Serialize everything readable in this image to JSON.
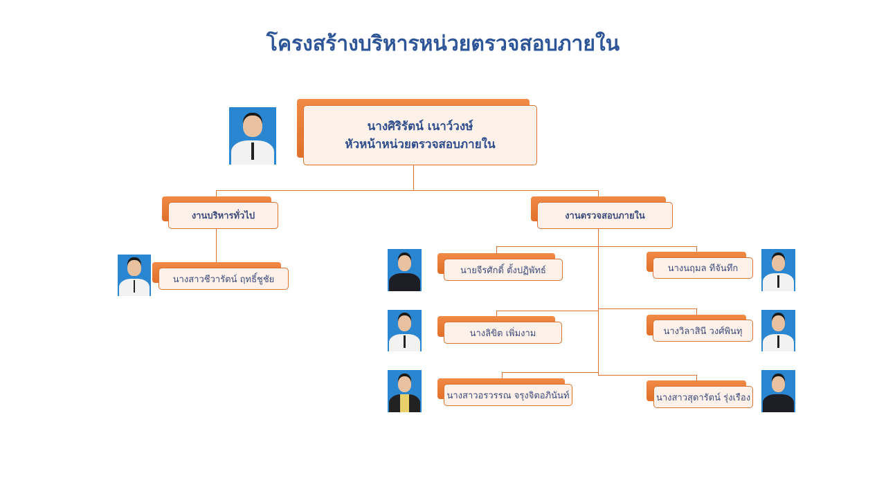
{
  "title": "โครงสร้างบริหารหน่วยตรวจสอบภายใน",
  "head": {
    "name": "นางศิริรัตน์  เนาว์วงษ์",
    "position": "หัวหน้าหน่วยตรวจสอบภายใน"
  },
  "departments": [
    {
      "name": "งานบริหารทั่วไป",
      "members": [
        "นางสาวชีวารัตน์  ฤทธิ์ชูชัย"
      ]
    },
    {
      "name": "งานตรวจสอบภายใน",
      "members": [
        "นายจีรศักดิ์  ตั้งปฏิพัทธ์",
        "นางลิขิต  เพิ่มงาม",
        "นางสาวอรวรรณ  จรุงจิตอภินันท์",
        "นางนฤมล  ทีจันทึก",
        "นางวิลาสินี  วงศ์พินทุ",
        "นางสาวสุดารัตน์ รุ่งเรือง"
      ]
    }
  ],
  "colors": {
    "accent": "#e0702a",
    "title": "#2e5597"
  }
}
